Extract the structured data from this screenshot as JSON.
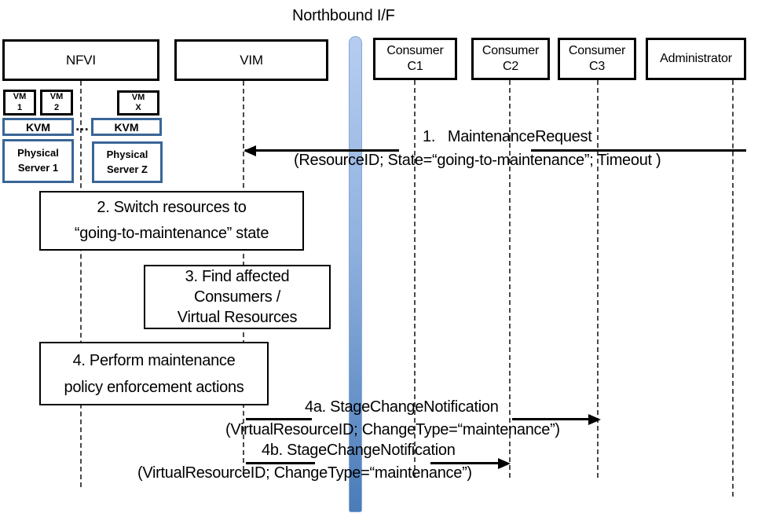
{
  "title": "Northbound I/F",
  "actors": {
    "nfvi": "NFVI",
    "vim": "VIM",
    "consumer1": {
      "name": "Consumer",
      "id": "C1"
    },
    "consumer2": {
      "name": "Consumer",
      "id": "C2"
    },
    "consumer3": {
      "name": "Consumer",
      "id": "C3"
    },
    "administrator": "Administrator"
  },
  "nfvi_detail": {
    "vm1": {
      "line1": "VM",
      "line2": "1"
    },
    "vm2": {
      "line1": "VM",
      "line2": "2"
    },
    "vmx": {
      "line1": "VM",
      "line2": "X"
    },
    "kvm_left": "KVM",
    "kvm_right": "KVM",
    "ellipsis": "…",
    "server1": {
      "line1": "Physical",
      "line2": "Server 1"
    },
    "serverz": {
      "line1": "Physical",
      "line2": "Server Z"
    }
  },
  "messages": {
    "m1": {
      "title": "1.   MaintenanceRequest",
      "params": "(ResourceID; State=“going-to-maintenance”; Timeout )"
    },
    "m4a": {
      "title": "4a. StageChangeNotification",
      "params": "(VirtualResourceID; ChangeType=“maintenance”)"
    },
    "m4b": {
      "title": "4b. StageChangeNotification",
      "params": "(VirtualResourceID; ChangeType=“maintenance”)"
    }
  },
  "activities": {
    "step2": {
      "line1": "2. Switch resources to",
      "line2": "“going-to-maintenance” state"
    },
    "step3": {
      "line1": "3. Find affected",
      "line2": "Consumers /",
      "line3": "Virtual Resources"
    },
    "step4": {
      "line1": "4. Perform maintenance",
      "line2": "policy enforcement actions"
    }
  },
  "colors": {
    "blue_box_border": "#3a6596",
    "bar_gradient_top": "#b6cdf0",
    "bar_gradient_bottom": "#4a7cb8",
    "diagram_line": "#000000"
  }
}
